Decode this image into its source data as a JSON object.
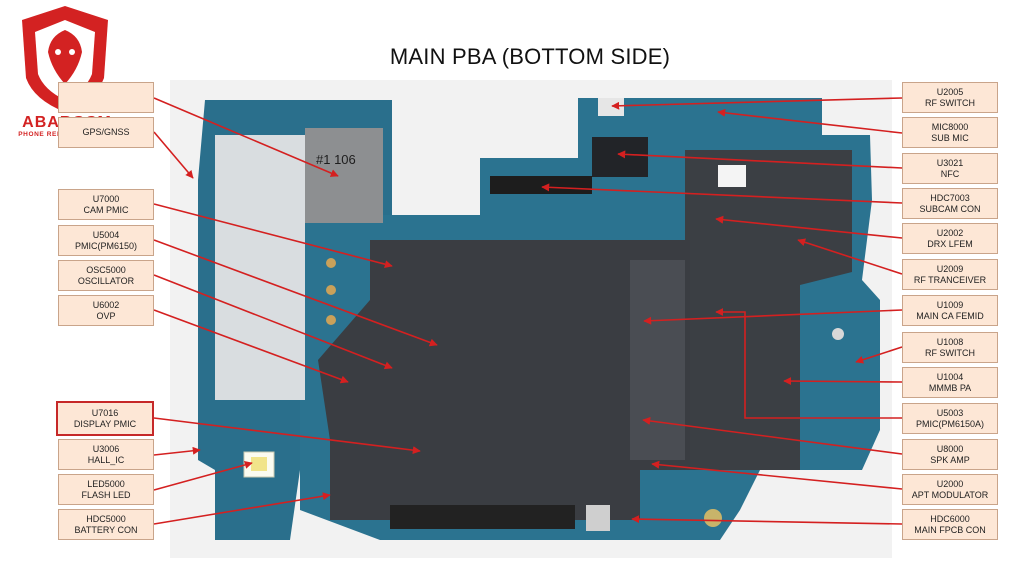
{
  "title": "MAIN PBA (BOTTOM SIDE)",
  "brand": {
    "name": "ABARGSM",
    "tagline": "PHONE REPAIR COMPANY"
  },
  "board_silkscreen": {
    "chip_text": "#1 106"
  },
  "colors": {
    "arrow": "#d42020",
    "pcb": "#2a6f8c",
    "shield": "#3a3d42",
    "label_bg": "#fde7d6",
    "highlight": "#c62828"
  },
  "left_labels": [
    {
      "id": "l0",
      "ref": "",
      "name": ""
    },
    {
      "id": "l1",
      "ref": "",
      "name": "GPS/GNSS"
    },
    {
      "id": "l2",
      "ref": "U7000",
      "name": "CAM PMIC"
    },
    {
      "id": "l3",
      "ref": "U5004",
      "name": "PMIC(PM6150)"
    },
    {
      "id": "l4",
      "ref": "OSC5000",
      "name": "OSCILLATOR"
    },
    {
      "id": "l5",
      "ref": "U6002",
      "name": "OVP"
    },
    {
      "id": "l6",
      "ref": "U7016",
      "name": "DISPLAY PMIC",
      "highlight": true
    },
    {
      "id": "l7",
      "ref": "U3006",
      "name": "HALL_IC"
    },
    {
      "id": "l8",
      "ref": "LED5000",
      "name": "FLASH LED"
    },
    {
      "id": "l9",
      "ref": "HDC5000",
      "name": "BATTERY CON"
    }
  ],
  "right_labels": [
    {
      "id": "r0",
      "ref": "U2005",
      "name": "RF SWITCH"
    },
    {
      "id": "r1",
      "ref": "MIC8000",
      "name": "SUB MIC"
    },
    {
      "id": "r2",
      "ref": "U3021",
      "name": "NFC"
    },
    {
      "id": "r3",
      "ref": "HDC7003",
      "name": "SUBCAM CON"
    },
    {
      "id": "r4",
      "ref": "U2002",
      "name": "DRX LFEM"
    },
    {
      "id": "r5",
      "ref": "U2009",
      "name": "RF TRANCEIVER"
    },
    {
      "id": "r6",
      "ref": "U1009",
      "name": "MAIN CA FEMID"
    },
    {
      "id": "r7",
      "ref": "U1008",
      "name": "RF SWITCH"
    },
    {
      "id": "r8",
      "ref": "U1004",
      "name": "MMMB PA"
    },
    {
      "id": "r9",
      "ref": "U5003",
      "name": "PMIC(PM6150A)"
    },
    {
      "id": "r10",
      "ref": "U8000",
      "name": "SPK AMP"
    },
    {
      "id": "r11",
      "ref": "U2000",
      "name": "APT MODULATOR"
    },
    {
      "id": "r12",
      "ref": "HDC6000",
      "name": "MAIN FPCB CON"
    }
  ]
}
